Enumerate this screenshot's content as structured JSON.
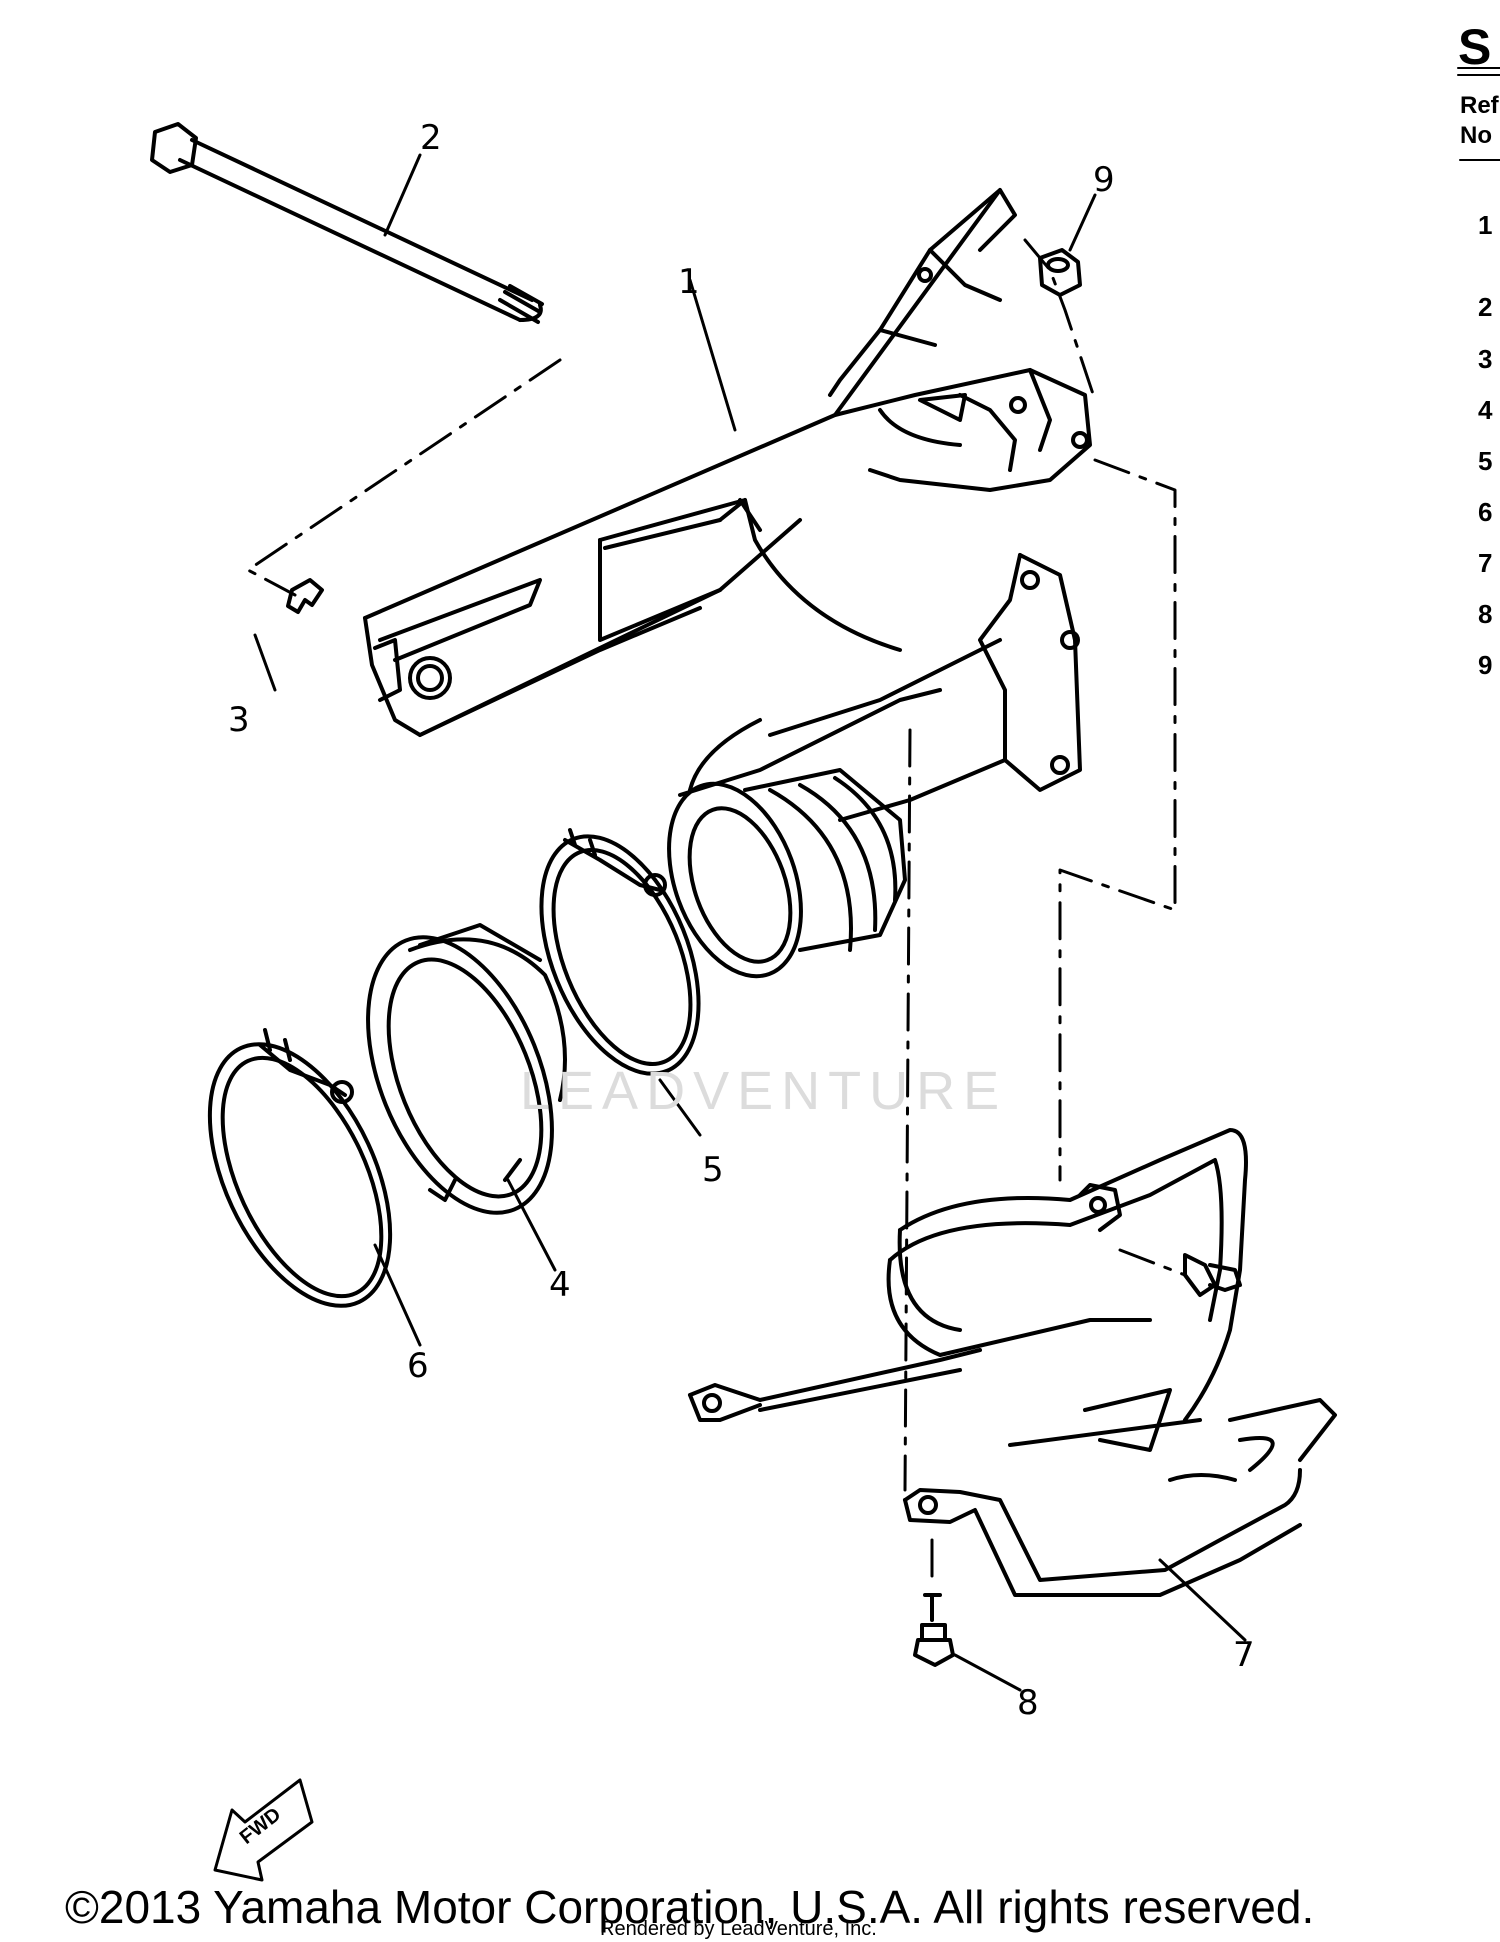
{
  "diagram": {
    "callouts": [
      "1",
      "2",
      "3",
      "4",
      "5",
      "6",
      "7",
      "8",
      "9"
    ],
    "fwd_label": "FWD",
    "watermark": "LEADVENTURE"
  },
  "parts_column": {
    "title_fragment": "S",
    "header_ref": "Ref",
    "header_no": "No",
    "row_numbers": [
      "1",
      "2",
      "3",
      "4",
      "5",
      "6",
      "7",
      "8",
      "9"
    ]
  },
  "footer": {
    "copyright": "©2013 Yamaha Motor Corporation, U.S.A. All rights reserved.",
    "rendered_by": "Rendered by LeadVenture, Inc."
  },
  "colors": {
    "ink": "#000000",
    "paper": "#ffffff",
    "watermark": "#dcdcdc"
  }
}
